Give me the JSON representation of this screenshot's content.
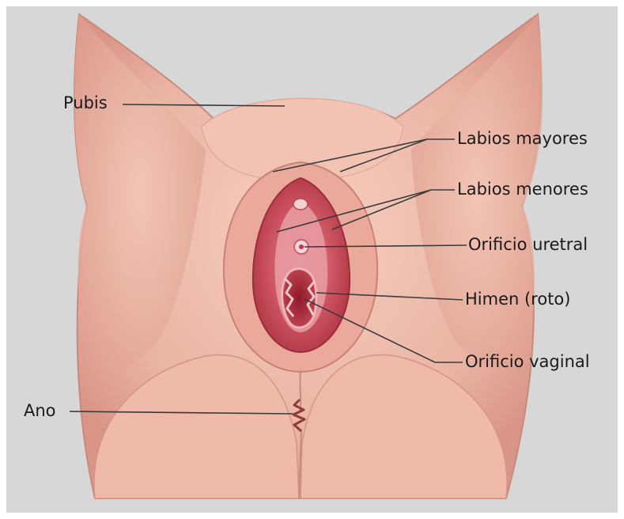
{
  "labels": {
    "pubis": "Pubis",
    "labios_mayores": "Labios mayores",
    "labios_menores": "Labios menores",
    "orificio_uretral": "Orificio uretral",
    "himen": "Himen (roto)",
    "orificio_vaginal": "Orificio vaginal",
    "ano": "Ano"
  },
  "colors": {
    "background": "#d7d7d7",
    "skin": "#f0c0b0",
    "skin_shadow": "#d98f86",
    "mucosa": "#c0404f",
    "leader_line": "#3a3a3a"
  }
}
